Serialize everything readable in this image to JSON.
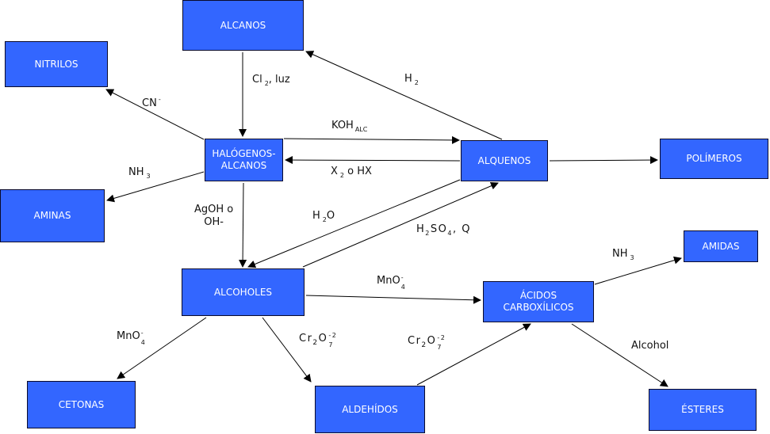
{
  "diagram": {
    "title": "Reacciones de compuestos orgánicos",
    "colors": {
      "box_fill": "#3366ff",
      "box_border": "#0a0a2a",
      "box_text": "#ffffff",
      "arrow": "#000000"
    },
    "nodes": {
      "alcanos": "ALCANOS",
      "nitrilos": "NITRILOS",
      "halogenos": "HALÓGENOS-\nALCANOS",
      "alquenos": "ALQUENOS",
      "polimeros": "POLÍMEROS",
      "aminas": "AMINAS",
      "alcoholes": "ALCOHOLES",
      "acidos": "ÁCIDOS\nCARBOXÍLICOS",
      "amidas": "AMIDAS",
      "cetonas": "CETONAS",
      "aldehidos": "ALDEHÍDOS",
      "esteres": "ÉSTERES"
    },
    "edges": [
      {
        "from": "alcanos",
        "to": "halogenos",
        "label": "Cl2, luz"
      },
      {
        "from": "alquenos",
        "to": "alcanos",
        "label": "H2"
      },
      {
        "from": "halogenos",
        "to": "nitrilos",
        "label": "CN-"
      },
      {
        "from": "halogenos",
        "to": "aminas",
        "label": "NH3"
      },
      {
        "from": "halogenos",
        "to": "alquenos",
        "label": "KOH ALC"
      },
      {
        "from": "alquenos",
        "to": "halogenos",
        "label": "X2 o HX"
      },
      {
        "from": "halogenos",
        "to": "alcoholes",
        "label": "AgOH o OH-"
      },
      {
        "from": "alquenos",
        "to": "alcoholes",
        "label": "H2O"
      },
      {
        "from": "alcoholes",
        "to": "alquenos",
        "label": "H2SO4, Q"
      },
      {
        "from": "alquenos",
        "to": "polimeros",
        "label": ""
      },
      {
        "from": "alcoholes",
        "to": "acidos",
        "label": "MnO4-"
      },
      {
        "from": "alcoholes",
        "to": "cetonas",
        "label": "MnO4-"
      },
      {
        "from": "alcoholes",
        "to": "aldehidos",
        "label": "Cr2O7-2"
      },
      {
        "from": "aldehidos",
        "to": "acidos",
        "label": "Cr2O7-2"
      },
      {
        "from": "acidos",
        "to": "amidas",
        "label": "NH3"
      },
      {
        "from": "acidos",
        "to": "esteres",
        "label": "Alcohol"
      }
    ],
    "labels": {
      "cl2": {
        "main": "Cl",
        "sub": "2",
        "rest": ", luz"
      },
      "h2": {
        "main": "H",
        "sub": "2"
      },
      "cn": {
        "main": "CN",
        "sup": "-"
      },
      "nh3_left": {
        "main": "NH",
        "sub": "3"
      },
      "koh": {
        "main": "KOH",
        "sub": "ALC"
      },
      "x2": {
        "main": "X",
        "sub": "2",
        "rest": " o HX"
      },
      "agoh": {
        "line1": "AgOH o",
        "line2": "OH-"
      },
      "h2o": {
        "main": "H",
        "sub": "2",
        "rest": "O"
      },
      "h2so4": {
        "a": "H",
        "s1": "2",
        "b": "SO",
        "s2": "4",
        "c": ", Q"
      },
      "mno4_right": {
        "main": "MnO",
        "sup": "-",
        "sub": "4"
      },
      "mno4_left": {
        "main": "MnO",
        "sup": "-",
        "sub": "4"
      },
      "cr2o7_mid": {
        "a": "Cr",
        "s1": "2",
        "b": "O",
        "sup": "-2",
        "sub": "7"
      },
      "cr2o7_right": {
        "a": "Cr",
        "s1": "2",
        "b": "O",
        "sup": "-2",
        "sub": "7"
      },
      "nh3_right": {
        "main": "NH",
        "sub": "3"
      },
      "alcohol": {
        "main": "Alcohol"
      }
    }
  }
}
